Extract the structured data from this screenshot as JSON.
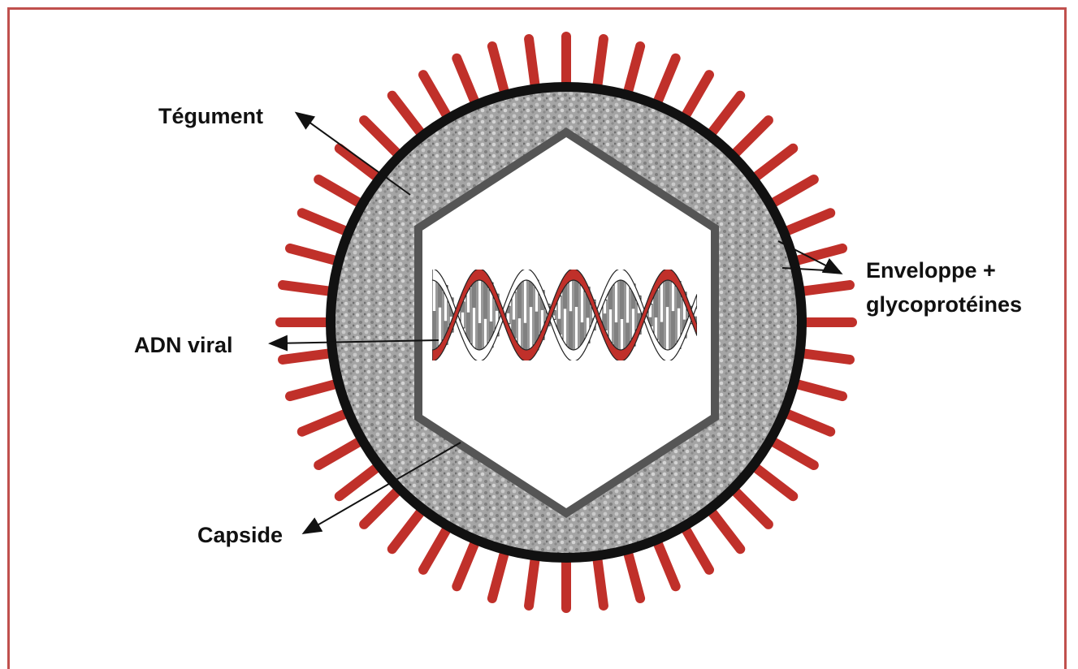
{
  "diagram": {
    "title": "",
    "labels": {
      "tegument": "Tégument",
      "adn": "ADN viral",
      "capside": "Capside",
      "enveloppe_line1": "Enveloppe +",
      "enveloppe_line2": "glycoprotéines"
    },
    "parts": [
      {
        "name": "envelope",
        "description_label": "Enveloppe + glycoprotéines"
      },
      {
        "name": "tegument",
        "description_label": "Tégument"
      },
      {
        "name": "capsid",
        "description_label": "Capside"
      },
      {
        "name": "viral-dna",
        "description_label": "ADN viral"
      }
    ],
    "spike_count": 48,
    "colors": {
      "frame_border": "#c0504d",
      "spike": "#c0302a",
      "envelope": "#111111",
      "tegument": "#9a9a9a",
      "capsid": "#555555",
      "dna_strand": "#c0302a",
      "dna_rungs": "#808080"
    }
  }
}
